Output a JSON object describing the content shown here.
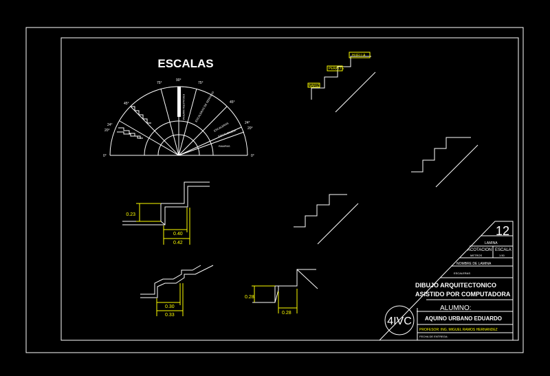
{
  "colors": {
    "background": "#000000",
    "line": "#ffffff",
    "dimension": "#ffff00"
  },
  "sheet": {
    "title": "ESCALAS",
    "angles": {
      "a0_left": "0°",
      "a20": "20°",
      "a24": "24°",
      "a45_left": "45°",
      "a75": "75°",
      "a90": "90°",
      "a75_right": "75°",
      "a45_right": "45°",
      "a24_right": "24°",
      "a20_right": "20°",
      "a0_right": "0°"
    },
    "sector_labels": {
      "escaleras_marinas": "ESCALERA MARINA",
      "escaleras_de_servicio": "ESCALERAS DE SERVICIO",
      "escaleras": "ESCALERAS",
      "rampa_escalonada": "ESCALONADA",
      "rampas": "RAMPAS"
    },
    "profile_labels": {
      "huella": "HUELLA",
      "peralte": "PERALTE",
      "nariz": "NARIZ"
    },
    "dims": {
      "d1_height": "0.23",
      "d1_w1": "0.40",
      "d1_w2": "0.42",
      "d2_w1": "0.30",
      "d2_w2": "0.33",
      "d3_height": "0.28",
      "d3_w": "0.28"
    }
  },
  "title_block": {
    "sheet_number": "12",
    "lamina_label": "LAMINA",
    "acotacion_label": "ACOTACION",
    "acotacion_value": "METROS",
    "escala_label": "ESCALA",
    "escala_value": "1:50",
    "nombre_label": "NOMBRE DE LAMINA",
    "nombre_value": "ESCALERAS",
    "course_line1": "DIBUJO ARQUITECTONICO",
    "course_line2": "ASISTIDO POR COMPUTADORA",
    "alumno_label": "ALUMNO:",
    "alumno_name": "AQUINO URBANO EDUARDO",
    "group_badge": "4IVC",
    "profesor_line": "PROFESOR: ING. MIGUEL RAMOS HERNANDEZ",
    "fecha_line": "FECHA DE ENTREGA:"
  }
}
